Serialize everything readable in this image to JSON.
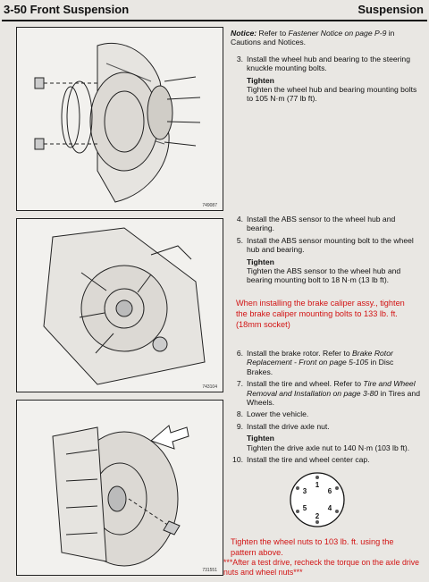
{
  "header": {
    "left": "3-50   Front Suspension",
    "right": "Suspension"
  },
  "figures": {
    "fig1_code": "749087",
    "fig2_code": "743104",
    "fig3_code": "731551"
  },
  "section1": {
    "notice_label": "Notice:",
    "notice_text_a": " Refer to ",
    "notice_italic": "Fastener Notice on page P-9",
    "notice_text_b": " in Cautions and Notices.",
    "step3_num": "3.",
    "step3_text": "Install the wheel hub and bearing to the steering knuckle mounting bolts.",
    "tighten_label": "Tighten",
    "tighten_text": "Tighten the wheel hub and bearing mounting bolts to 105 N·m (77 lb ft)."
  },
  "section2": {
    "step4_num": "4.",
    "step4_text": "Install the ABS sensor to the wheel hub and bearing.",
    "step5_num": "5.",
    "step5_text": "Install the ABS sensor mounting bolt to the wheel hub and bearing.",
    "tighten_label": "Tighten",
    "tighten_text": "Tighten the ABS sensor to the wheel hub and bearing mounting bolt to 18 N·m (13 lb ft).",
    "red_note": "When installing the brake caliper assy., tighten the brake caliper mounting bolts to 133 lb. ft. (18mm socket)"
  },
  "section3": {
    "step6_num": "6.",
    "step6_text_a": "Install the brake rotor. Refer to ",
    "step6_italic": "Brake Rotor Replacement - Front on page 5-105",
    "step6_text_b": " in Disc Brakes.",
    "step7_num": "7.",
    "step7_text_a": "Install the tire and wheel. Refer to ",
    "step7_italic": "Tire and Wheel Removal and Installation on page 3-80",
    "step7_text_b": " in Tires and Wheels.",
    "step8_num": "8.",
    "step8_text": "Lower the vehicle.",
    "step9_num": "9.",
    "step9_text": "Install the drive axle nut.",
    "tighten_label": "Tighten",
    "tighten_text": "Tighten the drive axle nut to 140 N·m (103 lb ft).",
    "step10_num": "10.",
    "step10_text": "Install the tire and wheel center cap."
  },
  "lug_pattern": {
    "labels": [
      "1",
      "2",
      "3",
      "4",
      "5",
      "6"
    ]
  },
  "bottom_notes": {
    "line1": "Tighten the wheel nuts to 103 lb. ft. using the pattern above.",
    "line2": "***After a test drive, recheck the torque on the axle drive nuts and wheel nuts***"
  }
}
